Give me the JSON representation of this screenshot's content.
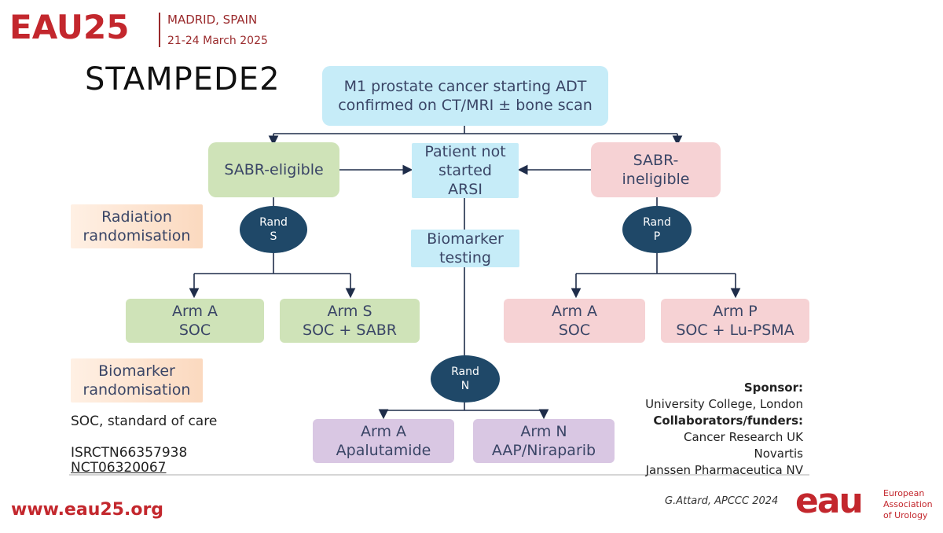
{
  "header": {
    "logo_text": "EAU25",
    "location": "MADRID, SPAIN",
    "dates": "21-24 March 2025"
  },
  "title": "STAMPEDE2",
  "diagram": {
    "top_box": {
      "line1": "M1 prostate cancer starting ADT",
      "line2": "confirmed on CT/MRI ± bone scan"
    },
    "sabr_eligible": "SABR-eligible",
    "not_started": {
      "line1": "Patient not",
      "line2": "started",
      "line3": "ARSI"
    },
    "sabr_ineligible": {
      "line1": "SABR-",
      "line2": "ineligible"
    },
    "biomarker_testing": {
      "line1": "Biomarker",
      "line2": "testing"
    },
    "radiation_label": {
      "line1": "Radiation",
      "line2": "randomisation"
    },
    "biomarker_label": {
      "line1": "Biomarker",
      "line2": "randomisation"
    },
    "rand_s": {
      "line1": "Rand",
      "line2": "S"
    },
    "rand_p": {
      "line1": "Rand",
      "line2": "P"
    },
    "rand_n": {
      "line1": "Rand",
      "line2": "N"
    },
    "arm_a_left": {
      "line1": "Arm A",
      "line2": "SOC"
    },
    "arm_s": {
      "line1": "Arm S",
      "line2": "SOC + SABR"
    },
    "arm_a_right": {
      "line1": "Arm A",
      "line2": "SOC"
    },
    "arm_p": {
      "line1": "Arm P",
      "line2": "SOC + Lu-PSMA"
    },
    "arm_a_bottom": {
      "line1": "Arm A",
      "line2": "Apalutamide"
    },
    "arm_n": {
      "line1": "Arm N",
      "line2": "AAP/Niraparib"
    }
  },
  "notes": {
    "soc": "SOC, standard of care",
    "isrctn": "ISRCTN66357938",
    "nct": "NCT06320067"
  },
  "sponsor": {
    "sponsor_label": "Sponsor:",
    "sponsor_name": "University College, London",
    "collab_label": "Collaborators/funders:",
    "collab1": "Cancer Research UK",
    "collab2": "Novartis",
    "collab3": "Janssen Pharmaceutica NV"
  },
  "footer": {
    "url": "www.eau25.org",
    "citation": "G.Attard, APCCC 2024",
    "eau_mark": "eau",
    "org_line1": "European",
    "org_line2": "Association",
    "org_line3": "of Urology"
  },
  "colors": {
    "brand_red": "#c3272d",
    "blue_box": "#c6ecf8",
    "green_box": "#cfe3b8",
    "pink_box": "#f6d2d4",
    "purple_box": "#d9c7e3",
    "oval": "#1f4868"
  }
}
